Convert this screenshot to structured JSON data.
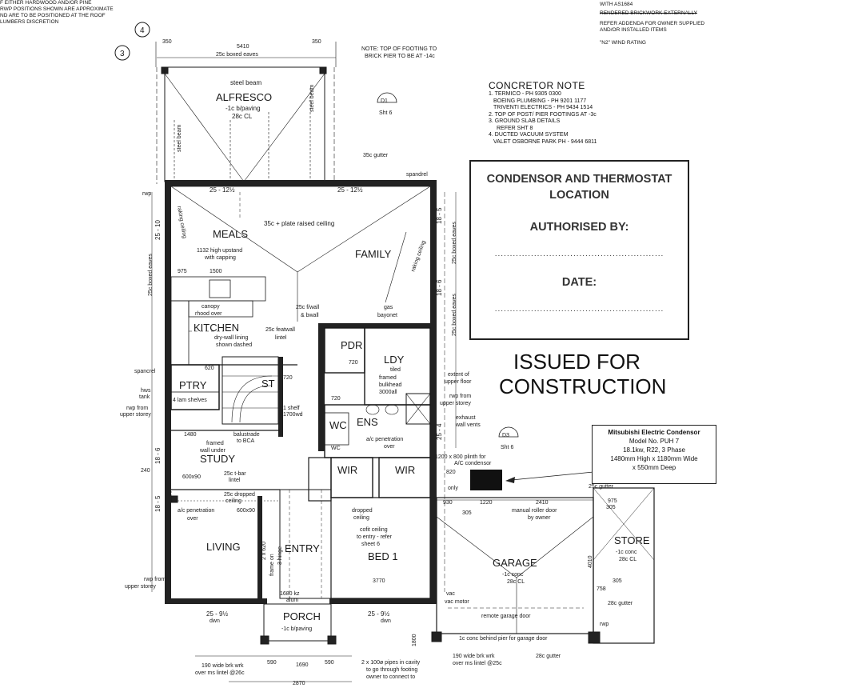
{
  "notes": {
    "top_left": [
      "F EITHER HARDWOOD AND/OR PINE",
      "RWP POSITIONS SHOWN ARE APPROXIMATE",
      "ND ARE TO BE POSITIONED AT THE ROOF",
      "LUMBERS DISCRETION"
    ],
    "top_right": [
      "WITH AS1684",
      "RENDERED BRICKWORK EXTERNALLY",
      "REFER ADDENDA FOR OWNER SUPPLIED",
      "AND/OR INSTALLED ITEMS",
      "\"N2\" WIND RATING"
    ],
    "footing": [
      "NOTE: TOP OF FOOTING TO",
      "BRICK PIER TO BE AT -14c"
    ]
  },
  "concretor_note": {
    "heading": "CONCRETOR NOTE",
    "lines": [
      "1. TERMICO - PH 9305 0300",
      "BOEING PLUMBING - PH 9201 1177",
      "TRIVENTI ELECTRICS - PH 9434 1514",
      "2. TOP OF POST/ PIER FOOTINGS AT -3c",
      "3. GROUND SLAB DETAILS",
      "REFER SHT 8",
      "4. DUCTED VACUUM SYSTEM",
      "VALET OSBORNE PARK PH - 9444 6811"
    ]
  },
  "condensor_box": {
    "title_line1": "CONDENSOR AND THERMOSTAT",
    "title_line2": "LOCATION",
    "authorised_label": "AUTHORISED BY:",
    "date_label": "DATE:",
    "dots": "........................................................"
  },
  "stamp": {
    "line1": "ISSUED FOR",
    "line2": "CONSTRUCTION"
  },
  "unit": {
    "heading": "Mitsubishi Electric Condensor",
    "lines": [
      "Model No. PUH 7",
      "18.1kw,   R22, 3 Phase",
      "1480mm High x 1180mm Wide",
      "x 550mm Deep"
    ]
  },
  "rooms": {
    "alfresco": "ALFRESCO",
    "meals": "MEALS",
    "family": "FAMILY",
    "kitchen": "KITCHEN",
    "ptry": "PTRY",
    "pdr": "PDR",
    "ldy": "LDY",
    "ens": "ENS",
    "wc": "WC",
    "wir1": "WIR",
    "wir2": "WIR",
    "study": "STUDY",
    "living": "LIVING",
    "entry": "ENTRY",
    "bed1": "BED 1",
    "garage": "GARAGE",
    "store": "STORE",
    "porch": "PORCH",
    "st": "ST"
  },
  "room_notes": {
    "alfresco": [
      "-1c b/paving",
      "28c CL"
    ],
    "garage": [
      "-1c conc",
      "28c CL"
    ],
    "store": [
      "-1c conc",
      "28c CL"
    ],
    "porch": [
      "-1c b/paving"
    ],
    "meals": [
      "1132 high upstand",
      "with capping"
    ],
    "ldy": [
      "tiled",
      "framed",
      "bulkhead",
      "3000all"
    ],
    "kitchen": [
      "dry-wall lining",
      "shown dashed"
    ],
    "study": [
      "framed",
      "wall under"
    ],
    "living": [
      "a/c penetration",
      "over"
    ],
    "bed1": [
      "dropped",
      "ceiling",
      "cofit ceiling",
      "to entry - refer",
      "sheet 6"
    ]
  },
  "dims": {
    "top_overall": "5410",
    "top_eaves": "25c boxed eaves",
    "left_350": "350",
    "right_350": "350",
    "bottom_2870": "2870",
    "bottom_1690": "1690",
    "bottom_590a": "590",
    "bottom_590b": "590",
    "meals_975": "975",
    "meals_1500": "1500",
    "kit_620": "620",
    "st_720": "720",
    "ldy_720": "720",
    "ens_720": "720",
    "shelf_1700": "1700wd",
    "study_1480": "1480",
    "study_600": "600x90",
    "living_600": "600x90",
    "bed_3770": "3770",
    "garage_930": "930",
    "garage_1220": "1220",
    "garage_2410": "2410",
    "garage_305": "305",
    "store_975": "975",
    "store_305": "305",
    "store_4010": "4010",
    "store_758": "758",
    "dim_240": "240",
    "dim_820": "820",
    "dim_1800": "1800",
    "frame_820": "820",
    "frame_only": "only"
  },
  "labels": {
    "steel_beam": "steel beam",
    "spandrel": "spandrel",
    "gutter_35c": "35c gutter",
    "gutter_28c": "28c gutter",
    "raised_ceiling": "35c + plate raised ceiling",
    "raking_ceiling": "raking ceiling",
    "raking_ceiling_r": "raking ceiling",
    "canopy": "canopy",
    "rhood": "rhood over",
    "featwall": "25c featwall",
    "lintel": "lintel",
    "gas_bayonet": "gas",
    "gas_bayonet2": "bayonet",
    "fwall": "25c f/wall",
    "fwall2": "& bwall",
    "spancrel": "spancrel",
    "hws": "hws",
    "tank": "tank",
    "shelf1": "1 shelf",
    "shelves": "4 lam shelves",
    "rwp_upper": "rwp from",
    "rwp_upper2": "upper storey",
    "rwp_upper3": "rwp from",
    "rwp_upper4": "upper storey",
    "exhaust": "exhaust",
    "exhaust2": "wall vents",
    "extent": "extent of",
    "extent2": "upper floor",
    "balustrade": "balustrade",
    "balustrade2": "to BCA",
    "ac_pen": "a/c penetration",
    "ac_pen2": "over",
    "ibar": "25c t-bar",
    "ibar2": "lintel",
    "dropped": "25c dropped",
    "dropped2": "ceiling",
    "roller": "manual roller door",
    "roller2": "by owner",
    "remote": "remote garage door",
    "pier": "1c conc behind pier for garage door",
    "brk1": "190 wide brk wrk",
    "brk1b": "over ms lintel @26c",
    "brk2": "190 wide brk wrk",
    "brk2b": "over ms lintel @25c",
    "pipes": "2 x 100ø pipes in cavity",
    "pipes2": "to go through footing",
    "pipes3": "owner to connect to",
    "plinth": "1200 x 800 plinth for",
    "plinth2": "A/C condensor",
    "gutter_side": "25c gutter",
    "dwn": "dwn",
    "vac": "vac",
    "vac_motor": "vac motor",
    "kz": "1680 kz",
    "alum": "alum",
    "rwp": "rwp",
    "frame_on": "2 x 620",
    "frame_on2": "frame on",
    "frame_on3": "3 hinge",
    "kit_shelf": "1 shelf",
    "eaves_25c": "25c boxed eaves",
    "eaves_25c_l": "25c boxed eaves",
    "eaves_25c_r": "25c boxed eaves",
    "eaves_25c_r2": "25c boxed eaves"
  },
  "refs": {
    "grid3": "3",
    "grid4": "4",
    "d1": "D1",
    "d1_sht": "Sht 6",
    "d3": "D3",
    "d3_sht": "Sht 6"
  },
  "levels": {
    "mid1": "25 - 12½",
    "mid2": "25 - 12½",
    "left_vert": "25 - 10",
    "left_vert2": "18 - 6",
    "left_vert3": "18 - 5",
    "right_vert": "18 - 5",
    "right_vert2": "18 - 6",
    "right_vert3": "25 - 4",
    "bottom1": "25 - 9½",
    "bottom2": "25 - 9½"
  }
}
